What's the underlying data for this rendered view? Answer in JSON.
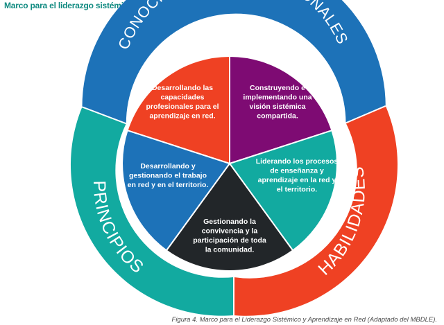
{
  "heading": "Marco para el liderazgo sistémico",
  "caption": "Figura 4. Marco para el Liderazgo Sistémico y Aprendizaje en Red (Adaptado del MBDLE).",
  "ring": [
    {
      "label": "CONOCIMIENTOS PROFESIONALES",
      "color": "#1d72b8"
    },
    {
      "label": "HABILIDADES",
      "color": "#ef4123"
    },
    {
      "label": "PRINCIPIOS",
      "color": "#12aaa0"
    }
  ],
  "segments": [
    {
      "lines": [
        "Desarrollando las",
        "capacidades",
        "profesionales para el",
        "aprendizaje en red."
      ],
      "color": "#ef4123"
    },
    {
      "lines": [
        "Construyendo e",
        "implementando una",
        "visión sistémica",
        "compartida."
      ],
      "color": "#7e0b73"
    },
    {
      "lines": [
        "Liderando los procesos",
        "de enseñanza y",
        "aprendizaje en la red y",
        "el territorio."
      ],
      "color": "#12aaa0"
    },
    {
      "lines": [
        "Gestionando la",
        "convivencia y la",
        "participación de toda",
        "la comunidad."
      ],
      "color": "#222629"
    },
    {
      "lines": [
        "Desarrollando y",
        "gestionando el trabajo",
        "en red y en el territorio."
      ],
      "color": "#1d72b8"
    }
  ],
  "colors": {
    "heading": "#0f8a80",
    "divider": "#ffffff"
  }
}
